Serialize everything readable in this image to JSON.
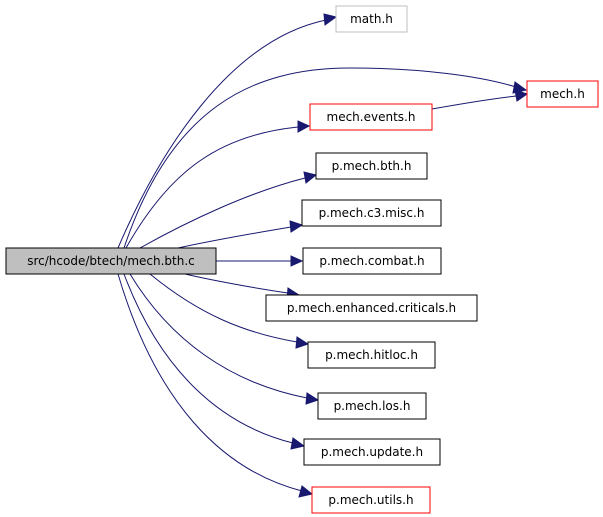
{
  "diagram": {
    "nodes": {
      "src": {
        "label": "src/hcode/btech/mech.bth.c",
        "fill": "#bfbfbf",
        "border": "#000000"
      },
      "math": {
        "label": "math.h",
        "fill": "#ffffff",
        "border": "#bfbfbf"
      },
      "mech": {
        "label": "mech.h",
        "fill": "#ffffff",
        "border": "#ff0000"
      },
      "events": {
        "label": "mech.events.h",
        "fill": "#ffffff",
        "border": "#ff0000"
      },
      "bth": {
        "label": "p.mech.bth.h",
        "fill": "#ffffff",
        "border": "#000000"
      },
      "c3misc": {
        "label": "p.mech.c3.misc.h",
        "fill": "#ffffff",
        "border": "#000000"
      },
      "combat": {
        "label": "p.mech.combat.h",
        "fill": "#ffffff",
        "border": "#000000"
      },
      "crits": {
        "label": "p.mech.enhanced.criticals.h",
        "fill": "#ffffff",
        "border": "#000000"
      },
      "hitloc": {
        "label": "p.mech.hitloc.h",
        "fill": "#ffffff",
        "border": "#000000"
      },
      "los": {
        "label": "p.mech.los.h",
        "fill": "#ffffff",
        "border": "#000000"
      },
      "update": {
        "label": "p.mech.update.h",
        "fill": "#ffffff",
        "border": "#000000"
      },
      "utils": {
        "label": "p.mech.utils.h",
        "fill": "#ffffff",
        "border": "#ff0000"
      }
    },
    "edges": [
      [
        "src",
        "math"
      ],
      [
        "src",
        "mech"
      ],
      [
        "src",
        "events"
      ],
      [
        "events",
        "mech"
      ],
      [
        "src",
        "bth"
      ],
      [
        "src",
        "c3misc"
      ],
      [
        "src",
        "combat"
      ],
      [
        "src",
        "crits"
      ],
      [
        "src",
        "hitloc"
      ],
      [
        "src",
        "los"
      ],
      [
        "src",
        "update"
      ],
      [
        "src",
        "utils"
      ]
    ],
    "edge_color": "#191970"
  }
}
